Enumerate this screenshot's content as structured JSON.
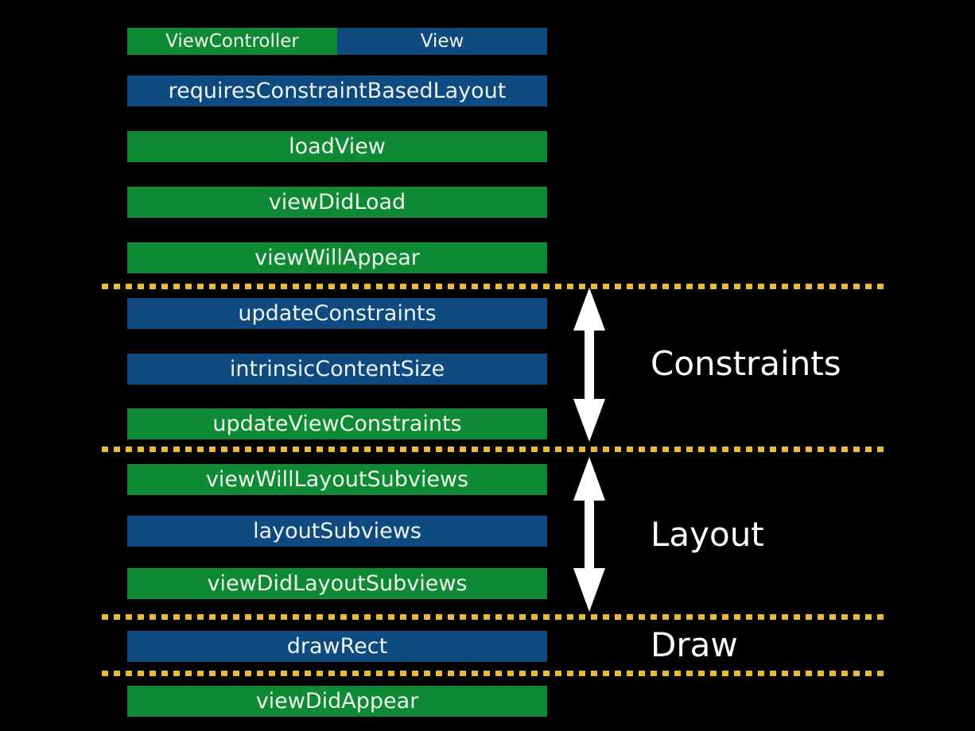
{
  "legend": {
    "view_controller": "ViewController",
    "view": "View",
    "colors": {
      "view_controller": "#0f8a34",
      "view": "#0e4a80",
      "separator": "#e8bc3a"
    }
  },
  "methods": [
    {
      "label": "requiresConstraintBasedLayout",
      "owner": "View"
    },
    {
      "label": "loadView",
      "owner": "ViewController"
    },
    {
      "label": "viewDidLoad",
      "owner": "ViewController"
    },
    {
      "label": "viewWillAppear",
      "owner": "ViewController"
    },
    {
      "label": "updateConstraints",
      "owner": "View"
    },
    {
      "label": "intrinsicContentSize",
      "owner": "View"
    },
    {
      "label": "updateViewConstraints",
      "owner": "ViewController"
    },
    {
      "label": "viewWillLayoutSubviews",
      "owner": "ViewController"
    },
    {
      "label": "layoutSubviews",
      "owner": "View"
    },
    {
      "label": "viewDidLayoutSubviews",
      "owner": "ViewController"
    },
    {
      "label": "drawRect",
      "owner": "View"
    },
    {
      "label": "viewDidAppear",
      "owner": "ViewController"
    }
  ],
  "phases": {
    "constraints": "Constraints",
    "layout": "Layout",
    "draw": "Draw"
  }
}
